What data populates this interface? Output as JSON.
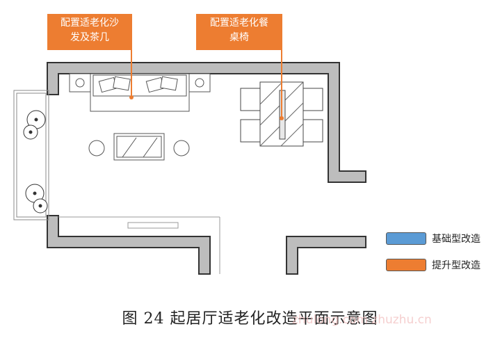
{
  "callouts": {
    "sofa": {
      "line1": "配置适老化沙",
      "line2": "发及茶几"
    },
    "dining": {
      "line1": "配置适老化餐",
      "line2": "桌椅"
    }
  },
  "legend": [
    {
      "label": "基础型改造",
      "color": "#5b9bd5"
    },
    {
      "label": "提升型改造",
      "color": "#ed7d31"
    }
  ],
  "caption": "图 24 起居厅适老化改造平面示意图",
  "watermark": "zhulong.com zhuzhu.cn",
  "colors": {
    "wall_fill": "#bdbdbd",
    "wall_stroke": "#333333",
    "accent": "#ed7d31",
    "basic": "#5b9bd5"
  }
}
